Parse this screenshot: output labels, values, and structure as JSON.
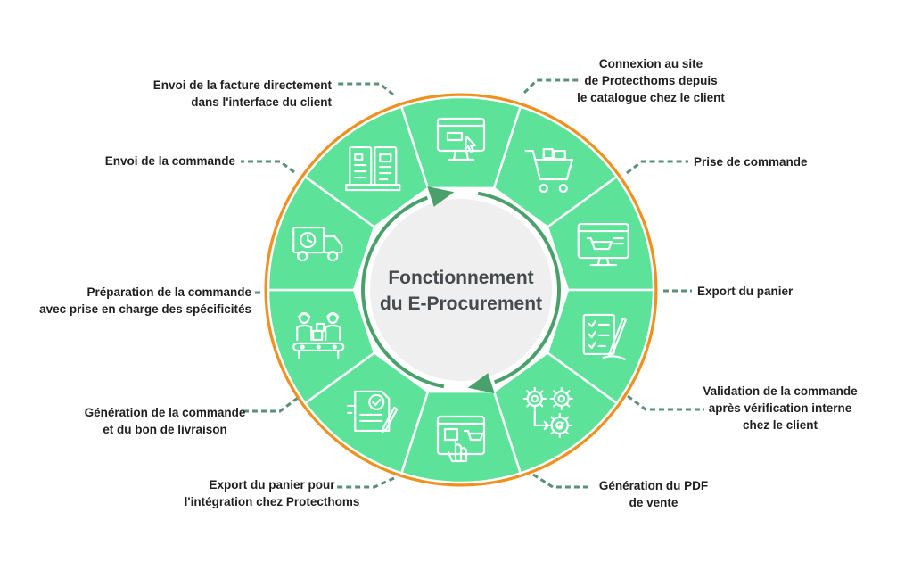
{
  "title": {
    "line1": "Fonctionnement",
    "line2": "du E-Procurement"
  },
  "colors": {
    "segment_fill": "#5de29a",
    "ring_border": "#f0901e",
    "inner_ring": "#4aa06a",
    "connector": "#5a8f78",
    "icon_stroke": "#ffffff",
    "center_fill": "#efefef",
    "text": "#1f1f1f"
  },
  "steps": [
    {
      "icon": "browser-cursor-icon",
      "lines": [
        "Connexion au site",
        "de Protecthoms depuis",
        "le catalogue chez le client"
      ]
    },
    {
      "icon": "shopping-cart-icon",
      "lines": [
        "Prise de commande"
      ]
    },
    {
      "icon": "monitor-cart-icon",
      "lines": [
        "Export du panier"
      ]
    },
    {
      "icon": "checklist-pen-icon",
      "lines": [
        "Validation de la commande",
        "après vérification interne",
        "chez le client"
      ]
    },
    {
      "icon": "gears-icon",
      "lines": [
        "Génération du PDF",
        "de vente"
      ]
    },
    {
      "icon": "hand-cart-icon",
      "lines": [
        "Export du panier pour",
        "l'intégration chez Protecthoms"
      ]
    },
    {
      "icon": "document-check-icon",
      "lines": [
        "Génération de la commande",
        "et du bon de livraison"
      ]
    },
    {
      "icon": "warehouse-workers-icon",
      "lines": [
        "Préparation de la commande",
        "avec prise en charge des spécificités"
      ]
    },
    {
      "icon": "delivery-truck-icon",
      "lines": [
        "Envoi de la commande"
      ]
    },
    {
      "icon": "invoice-documents-icon",
      "lines": [
        "Envoi de la facture directement",
        "dans l'interface du client"
      ]
    }
  ]
}
